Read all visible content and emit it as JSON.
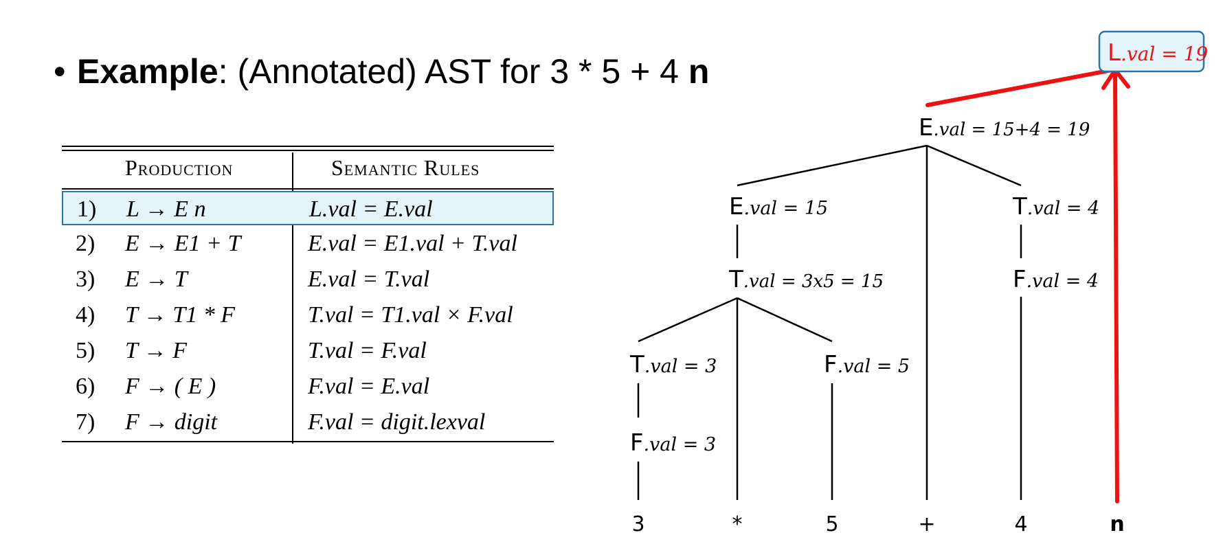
{
  "title": {
    "bullet": "•",
    "bold": "Example",
    "rest": ": (Annotated) AST for 3 * 5 + 4 ",
    "tail": "n"
  },
  "grammar": {
    "headers": {
      "production": "Production",
      "rules": "Semantic Rules"
    },
    "rows": [
      {
        "num": "1)",
        "production": "L → E n",
        "rule": "L.val = E.val"
      },
      {
        "num": "2)",
        "production": "E → E1 + T",
        "rule": "E.val = E1.val + T.val"
      },
      {
        "num": "3)",
        "production": "E → T",
        "rule": "E.val = T.val"
      },
      {
        "num": "4)",
        "production": "T → T1 * F",
        "rule": "T.val = T1.val × F.val"
      },
      {
        "num": "5)",
        "production": "T → F",
        "rule": "T.val = F.val"
      },
      {
        "num": "6)",
        "production": "F → ( E )",
        "rule": "F.val = E.val"
      },
      {
        "num": "7)",
        "production": "F → digit",
        "rule": "F.val = digit.lexval"
      }
    ]
  },
  "tree": {
    "nodes": {
      "L": {
        "sym": "L",
        "ann": ".val = 19"
      },
      "E0": {
        "sym": "E",
        "ann": ".val = 15+4 = 19"
      },
      "E1": {
        "sym": "E",
        "ann": ".val = 15"
      },
      "T0": {
        "sym": "T",
        "ann": ".val = 4"
      },
      "T1": {
        "sym": "T",
        "ann": ".val = 3x5 = 15"
      },
      "F0": {
        "sym": "F",
        "ann": ".val = 4"
      },
      "T2": {
        "sym": "T",
        "ann": ".val = 3"
      },
      "F1": {
        "sym": "F",
        "ann": ".val = 5"
      },
      "F2": {
        "sym": "F",
        "ann": ".val = 3"
      }
    },
    "leaves": [
      "3",
      "*",
      "5",
      "+",
      "4",
      "n"
    ]
  },
  "colors": {
    "highlight_fill": "#e5f4fb",
    "highlight_border": "#2a74a8",
    "red": "#ee1111"
  }
}
